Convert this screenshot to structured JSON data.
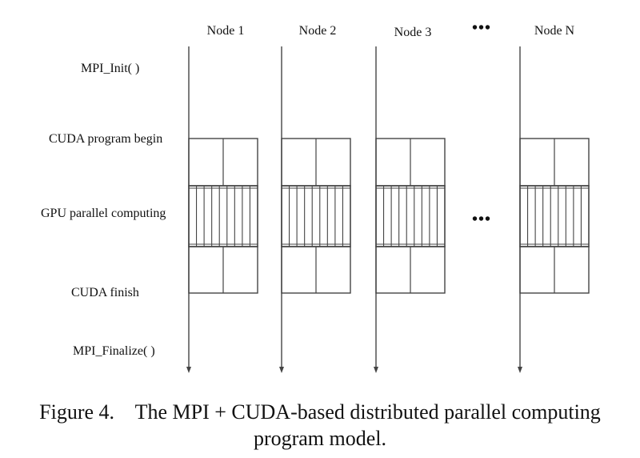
{
  "nodes": [
    {
      "label": "Node 1"
    },
    {
      "label": "Node 2"
    },
    {
      "label": "Node 3"
    },
    {
      "label": "Node N"
    }
  ],
  "ellipsis": {
    "top": "•••",
    "middle": "•••"
  },
  "stages": {
    "mpi_init": "MPI_Init( )",
    "cuda_begin": "CUDA program begin",
    "gpu_parallel": "GPU parallel computing",
    "cuda_finish": "CUDA finish",
    "mpi_finalize": "MPI_Finalize( )"
  },
  "caption": {
    "line1": "Figure 4.    The MPI + CUDA-based distributed parallel computing",
    "line2": "program model."
  },
  "colors": {
    "line": "#444444",
    "text": "#111111"
  }
}
